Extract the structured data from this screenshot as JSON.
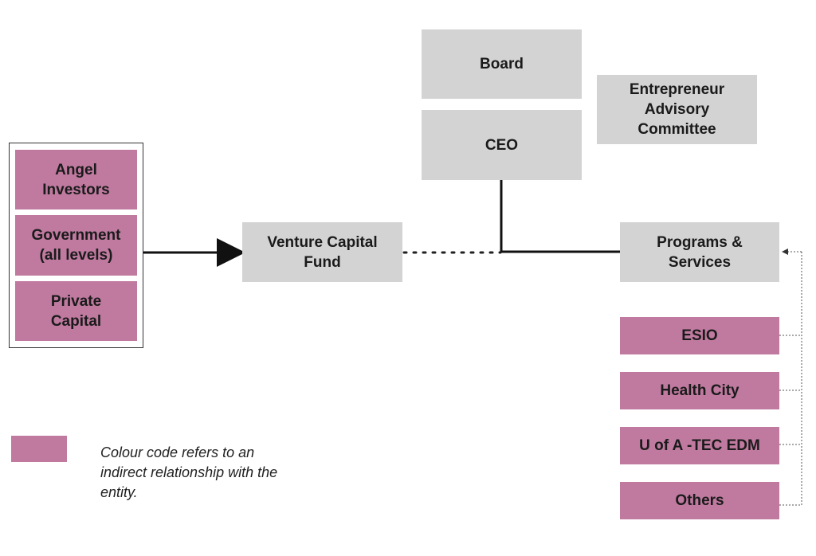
{
  "nodes": {
    "board": "Board",
    "ceo": "CEO",
    "advisory": "Entrepreneur\nAdvisory\nCommittee",
    "angel": "Angel\nInvestors",
    "government": "Government\n(all levels)",
    "private": "Private\nCapital",
    "vcf": "Venture Capital\nFund",
    "programs": "Programs &\nServices",
    "esio": "ESIO",
    "health_city": "Health City",
    "uofa": "U of A -TEC EDM",
    "others": "Others"
  },
  "legend": {
    "text": "Colour code refers to an\nindirect relationship with the\nentity.",
    "swatch_color": "#c07aa0"
  },
  "colors": {
    "internal": "#d3d3d3",
    "indirect": "#c07aa0"
  }
}
